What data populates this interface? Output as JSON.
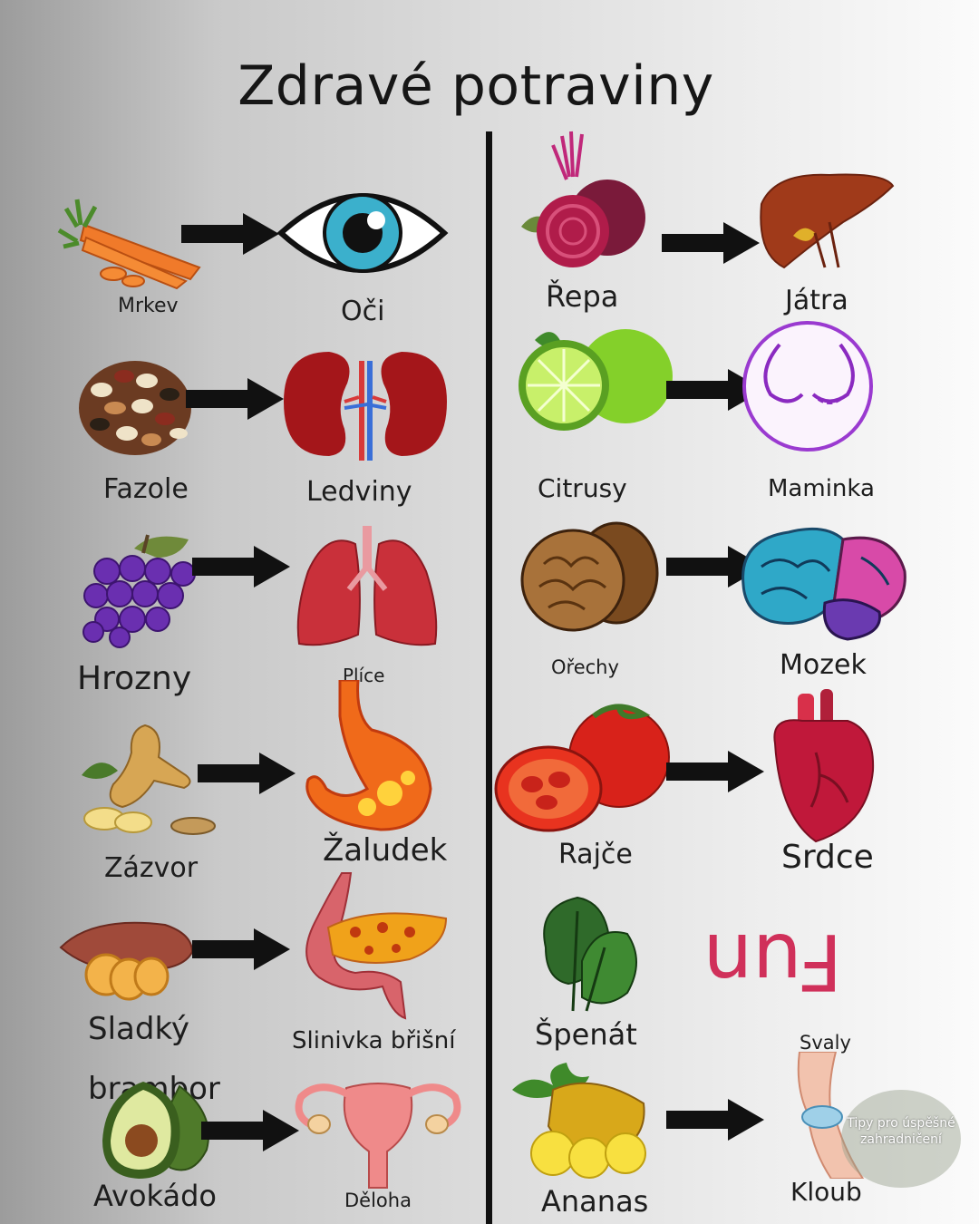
{
  "title": "Zdravé potraviny",
  "watermark": "Tipy pro úspěšné zahradničení",
  "fun_text": "Fun",
  "colors": {
    "arrow": "#111111",
    "divider": "#111111",
    "fun": "#d0305a",
    "text": "#1d1d1d"
  },
  "left_column": [
    {
      "food": "Mrkev",
      "food_icon": "carrot-icon",
      "organ": "Oči",
      "organ_icon": "eye-icon"
    },
    {
      "food": "Fazole",
      "food_icon": "beans-icon",
      "organ": "Ledviny",
      "organ_icon": "kidneys-icon"
    },
    {
      "food": "Hrozny",
      "food_icon": "grapes-icon",
      "organ": "Plíce",
      "organ_icon": "lungs-icon"
    },
    {
      "food": "Zázvor",
      "food_icon": "ginger-icon",
      "organ": "Žaludek",
      "organ_icon": "stomach-icon"
    },
    {
      "food": "Sladký brambor",
      "food_icon": "sweet-potato-icon",
      "organ": "Slinivka břišní",
      "organ_icon": "pancreas-icon"
    },
    {
      "food": "Avokádo",
      "food_icon": "avocado-icon",
      "organ": "Děloha",
      "organ_icon": "uterus-icon"
    }
  ],
  "right_column": [
    {
      "food": "Řepa",
      "food_icon": "beetroot-icon",
      "organ": "Játra",
      "organ_icon": "liver-icon"
    },
    {
      "food": "Citrusy",
      "food_icon": "lime-icon",
      "organ": "Maminka",
      "organ_icon": "breast-icon"
    },
    {
      "food": "Ořechy",
      "food_icon": "walnut-icon",
      "organ": "Mozek",
      "organ_icon": "brain-icon"
    },
    {
      "food": "Rajče",
      "food_icon": "tomato-icon",
      "organ": "Srdce",
      "organ_icon": "heart-icon"
    },
    {
      "food": "Špenát",
      "food_icon": "spinach-icon"
    },
    {
      "food": "Ananas",
      "food_icon": "pineapple-icon",
      "organ": "Svaly",
      "organ_extra": "Kloub",
      "organ_icon": "knee-joint-icon"
    }
  ]
}
